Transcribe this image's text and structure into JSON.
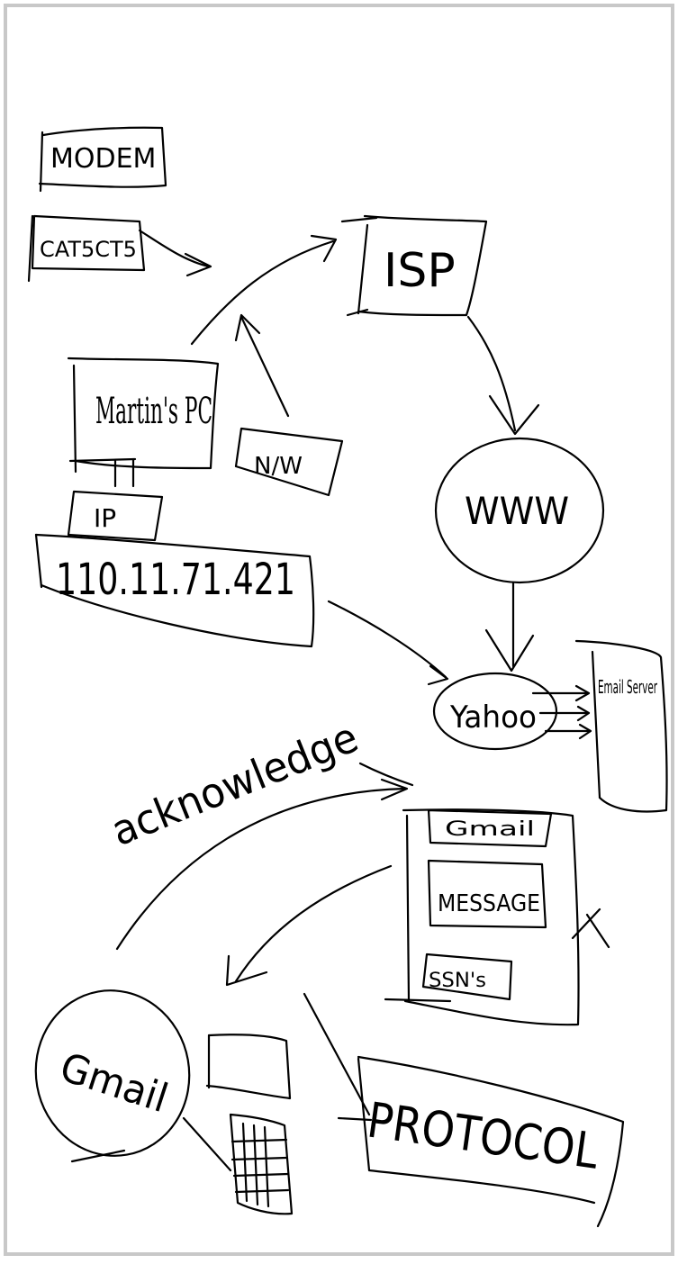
{
  "diagram": {
    "labels": {
      "modem": "MODEM",
      "cat": "CAT5CT5",
      "isp": "ISP",
      "pc": "Martin's PC",
      "nw": "N/W",
      "ip_box": "IP",
      "ip_address": "110.11.71.421",
      "www": "WWW",
      "yahoo": "Yahoo",
      "email_server": "Email Server",
      "acknowledge": "acknowledge",
      "envelope_header": "Gmail",
      "message": "MESSAGE",
      "ssn": "SSN's",
      "x_mark": "X",
      "gmail": "Gmail",
      "protocol": "PROTOCOL"
    }
  }
}
